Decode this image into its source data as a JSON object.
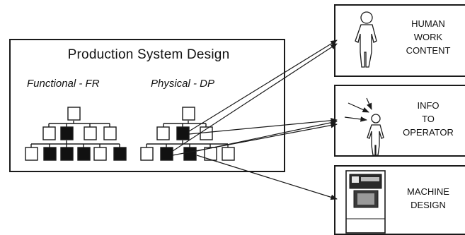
{
  "main": {
    "title": "Production System Design",
    "functional_label": "Functional - FR",
    "physical_label": "Physical - DP"
  },
  "outputs": {
    "human": {
      "lines": [
        "HUMAN",
        "WORK",
        "CONTENT"
      ]
    },
    "info": {
      "lines": [
        "INFO",
        "TO",
        "OPERATOR"
      ]
    },
    "machine": {
      "lines": [
        "MACHINE",
        "DESIGN"
      ]
    }
  },
  "icons": {
    "human": "person-outline-icon",
    "info": "operator-with-incoming-arrows-icon",
    "machine": "machine-cabinet-icon"
  },
  "colors": {
    "stroke": "#1a1a1a",
    "filled_node": "#111111",
    "empty_node": "#ffffff"
  }
}
